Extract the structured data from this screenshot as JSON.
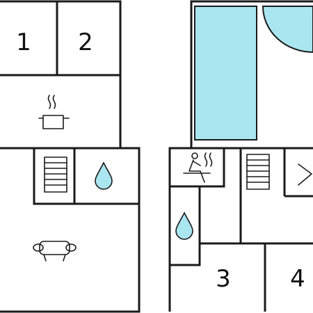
{
  "rooms": {
    "room_1": "1",
    "room_2": "2",
    "room_3": "3",
    "room_4": "4"
  },
  "colors": {
    "pool_fill": "#a9e6f0",
    "water_fill": "#a9e6f0",
    "line": "#1a1a1a",
    "background": "#ffffff"
  },
  "icons": [
    "kitchen-pot-icon",
    "stairs-icon",
    "water-drop-icon",
    "sofa-icon",
    "sauna-icon",
    "bed-icon",
    "pool",
    "spa-tub"
  ]
}
